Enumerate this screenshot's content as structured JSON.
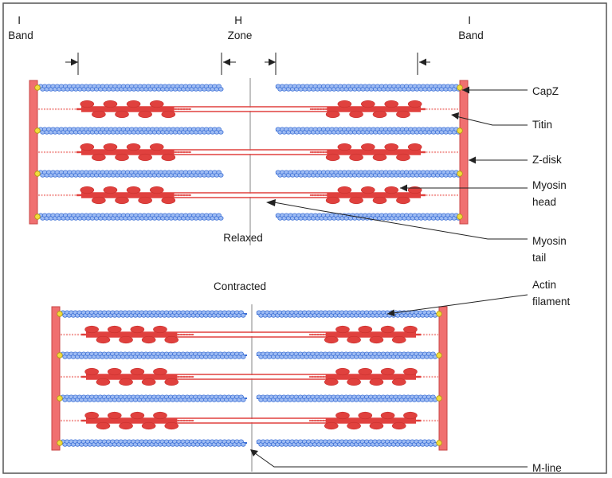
{
  "labels": {
    "i_band_left": [
      "I",
      "Band"
    ],
    "h_zone": [
      "H",
      "Zone"
    ],
    "i_band_right": [
      "I",
      "Band"
    ],
    "relaxed": "Relaxed",
    "contracted": "Contracted",
    "capz": "CapZ",
    "titin": "Titin",
    "z_disk": "Z-disk",
    "myosin_head": [
      "Myosin",
      "head"
    ],
    "myosin_tail": [
      "Myosin",
      "tail"
    ],
    "actin_filament": [
      "Actin",
      "filament"
    ],
    "m_line": "M-line"
  },
  "colors": {
    "actin": "#3b6fd6",
    "actin_light": "#9fbcf2",
    "myosin": "#e0413e",
    "myosin_dark": "#c62f2d",
    "z_disk": "#f07070",
    "z_disk_edge": "#c84646",
    "capz": "#f2dc3c",
    "titin": "#f3a3a0",
    "line": "#222222",
    "frame": "#555555"
  },
  "sarcomeres": [
    {
      "state": "relaxed"
    },
    {
      "state": "contracted"
    }
  ]
}
